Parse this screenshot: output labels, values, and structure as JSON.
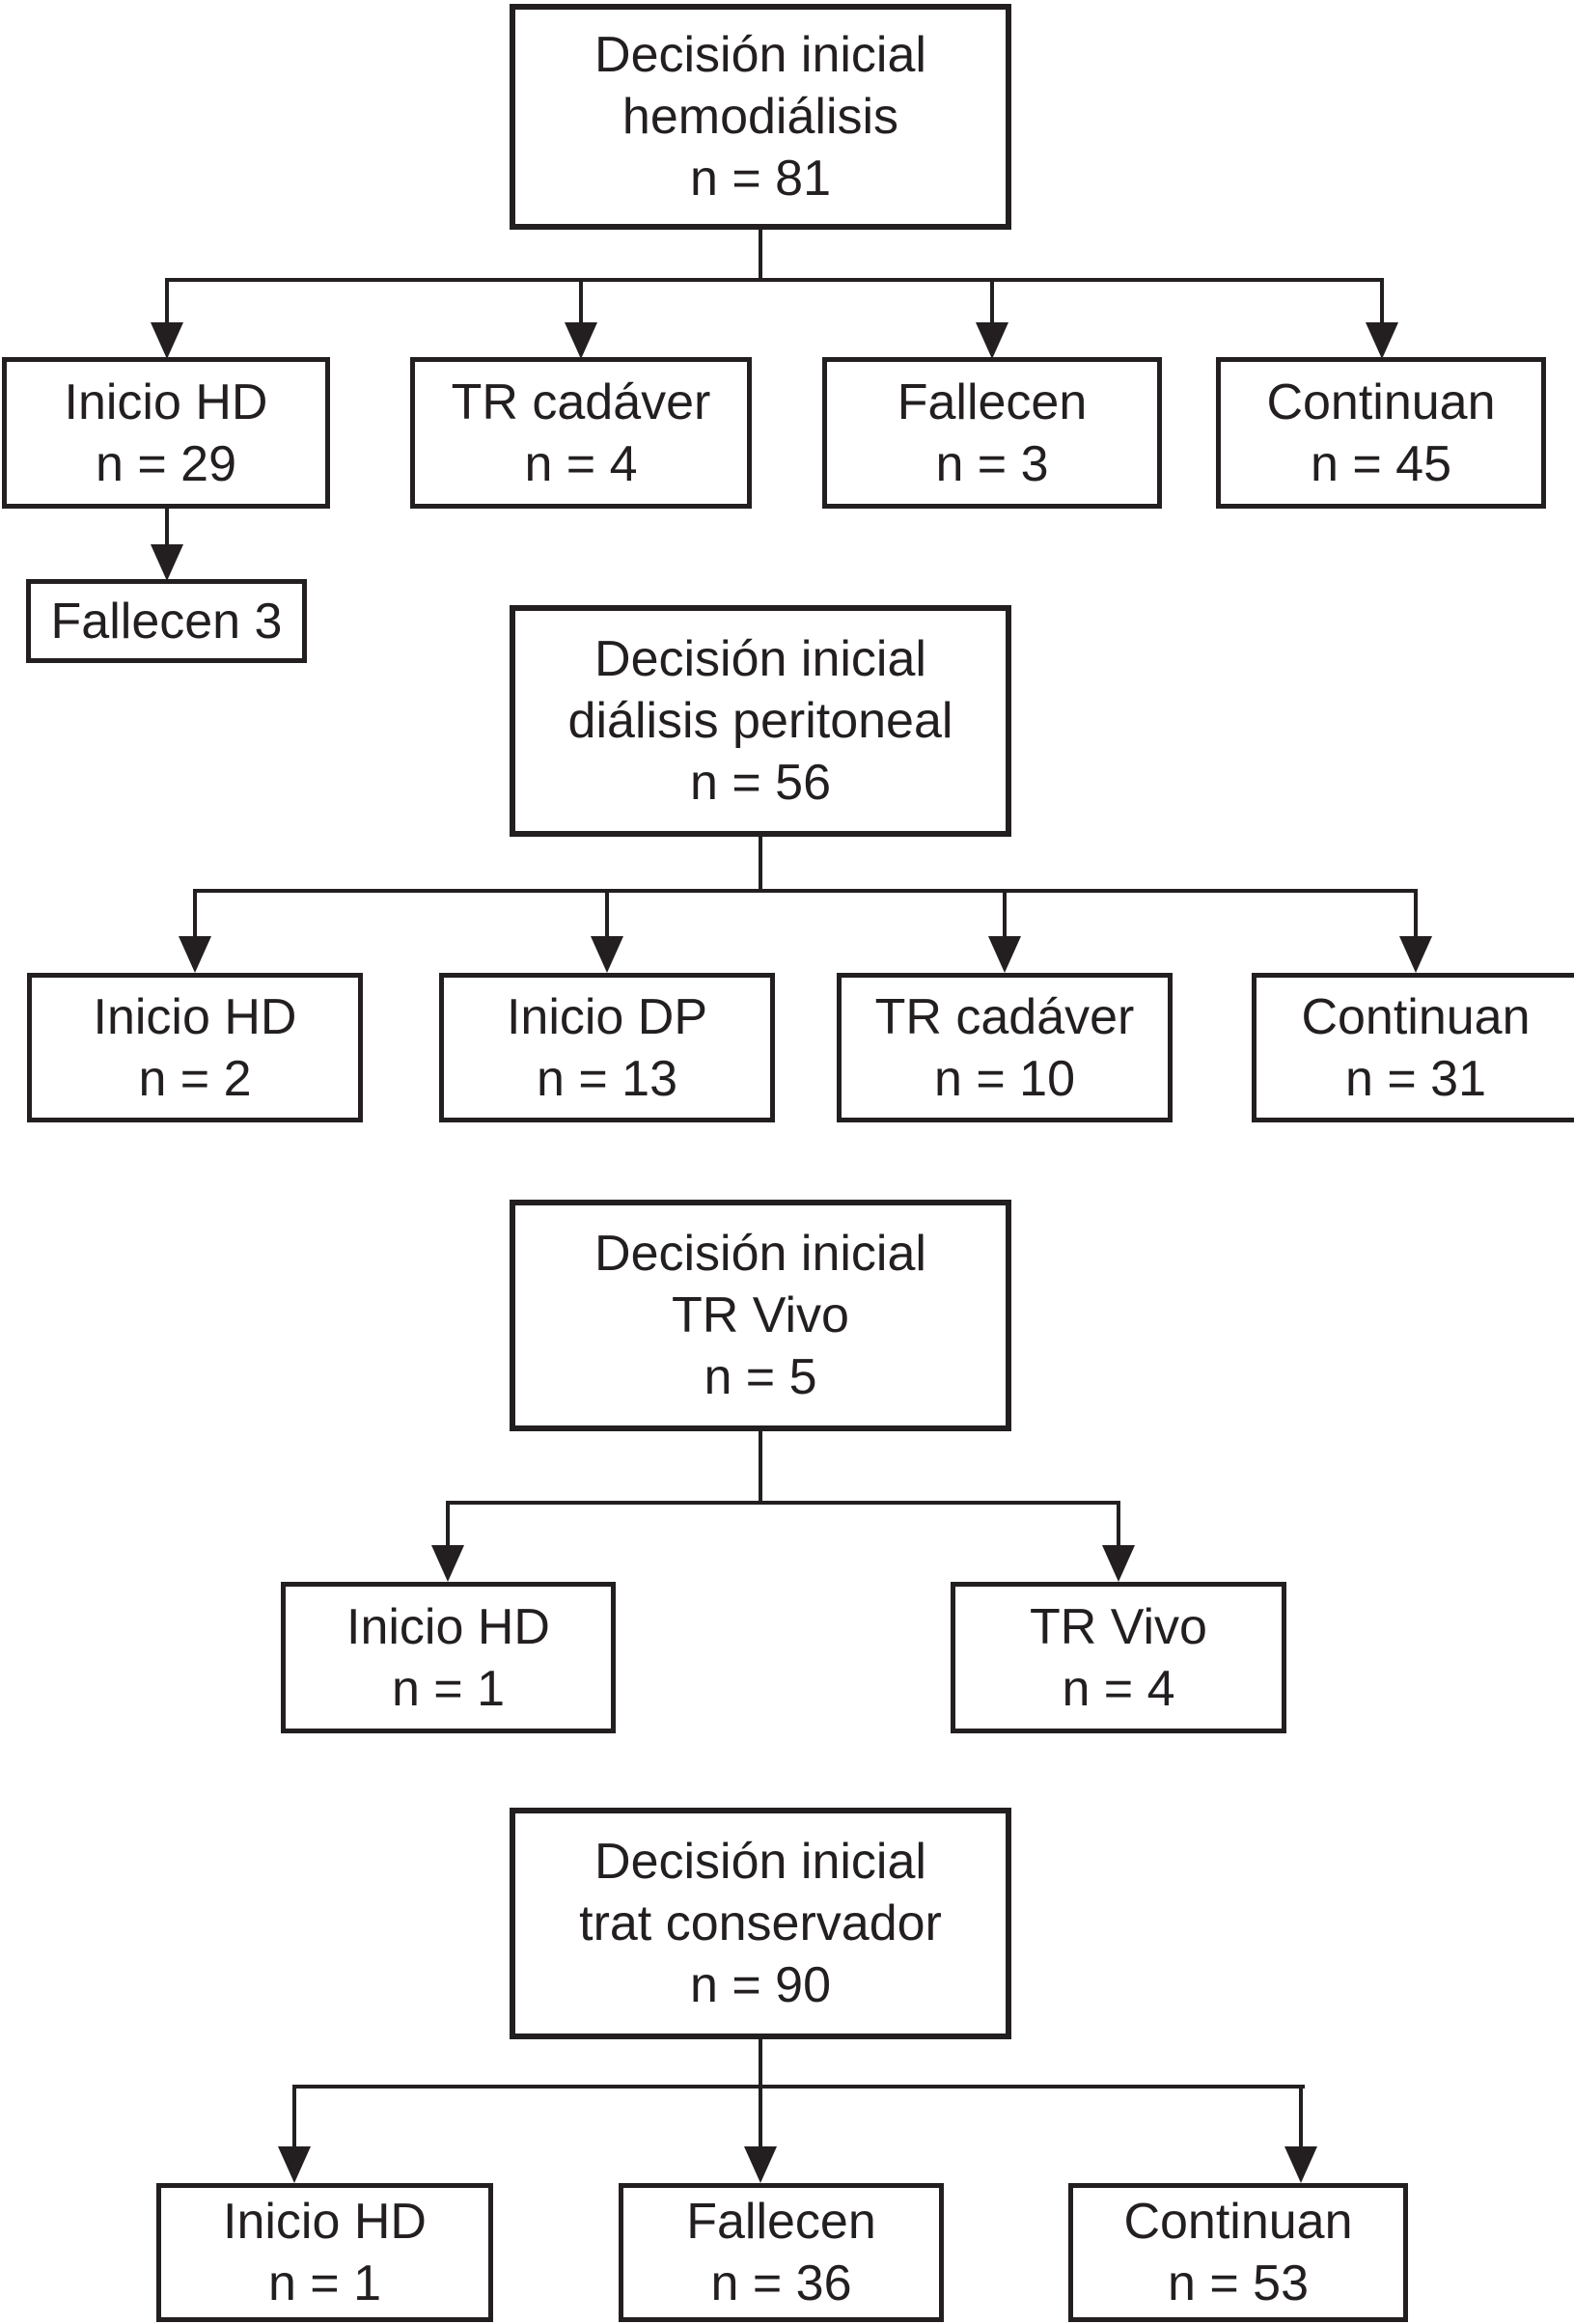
{
  "diagram": {
    "type": "flowchart",
    "language": "es",
    "colors": {
      "ink": "#231f20",
      "background": "#ffffff"
    },
    "nodes": {
      "p1": {
        "lines": [
          "Decisión inicial",
          "hemodiálisis",
          "n = 81"
        ]
      },
      "s1c1": {
        "lines": [
          "Inicio HD",
          "n = 29"
        ]
      },
      "s1c2": {
        "lines": [
          "TR cadáver",
          "n = 4"
        ]
      },
      "s1c3": {
        "lines": [
          "Fallecen",
          "n = 3"
        ]
      },
      "s1c4": {
        "lines": [
          "Continuan",
          "n = 45"
        ]
      },
      "f3": {
        "lines": [
          "Fallecen 3"
        ]
      },
      "p2": {
        "lines": [
          "Decisión inicial",
          "diálisis peritoneal",
          "n = 56"
        ]
      },
      "s2c1": {
        "lines": [
          "Inicio HD",
          "n = 2"
        ]
      },
      "s2c2": {
        "lines": [
          "Inicio DP",
          "n = 13"
        ]
      },
      "s2c3": {
        "lines": [
          "TR cadáver",
          "n = 10"
        ]
      },
      "s2c4": {
        "lines": [
          "Continuan",
          "n = 31"
        ]
      },
      "p3": {
        "lines": [
          "Decisión inicial",
          "TR Vivo",
          "n = 5"
        ]
      },
      "s3c1": {
        "lines": [
          "Inicio HD",
          "n = 1"
        ]
      },
      "s3c2": {
        "lines": [
          "TR Vivo",
          "n = 4"
        ]
      },
      "p4": {
        "lines": [
          "Decisión inicial",
          "trat conservador",
          "n = 90"
        ]
      },
      "s4c1": {
        "lines": [
          "Inicio HD",
          "n = 1"
        ]
      },
      "s4c2": {
        "lines": [
          "Fallecen",
          "n = 36"
        ]
      },
      "s4c3": {
        "lines": [
          "Continuan",
          "n = 53"
        ]
      }
    },
    "edges": [
      "p1->s1c1",
      "p1->s1c2",
      "p1->s1c3",
      "p1->s1c4",
      "s1c1->f3",
      "p2->s2c1",
      "p2->s2c2",
      "p2->s2c3",
      "p2->s2c4",
      "p3->s3c1",
      "p3->s3c2",
      "p4->s4c1",
      "p4->s4c2",
      "p4->s4c3"
    ]
  }
}
